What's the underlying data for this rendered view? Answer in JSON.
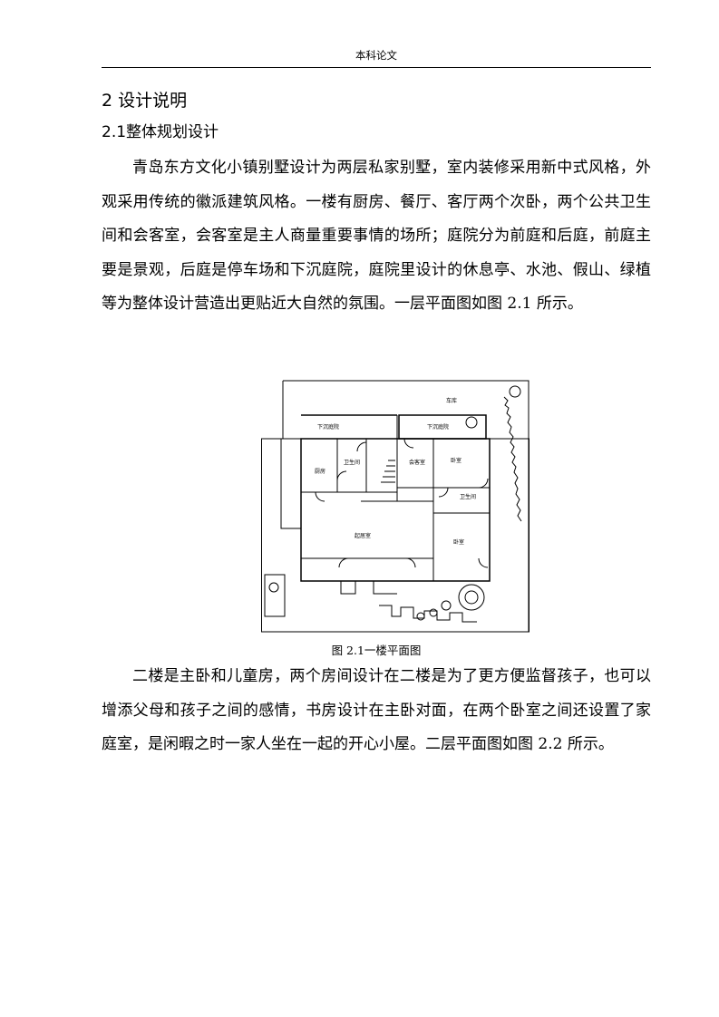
{
  "header": {
    "text": "本科论文"
  },
  "section": {
    "title": "2 设计说明"
  },
  "subsection": {
    "title": "2.1整体规划设计"
  },
  "paragraph1": "青岛东方文化小镇别墅设计为两层私家别墅，室内装修采用新中式风格，外观采用传统的徽派建筑风格。一楼有厨房、餐厅、客厅两个次卧，两个公共卫生间和会客室，会客室是主人商量重要事情的场所；庭院分为前庭和后庭，前庭主要是景观，后庭是停车场和下沉庭院，庭院里设计的休息亭、水池、假山、绿植等为整体设计营造出更贴近大自然的氛围。一层平面图如图 2.1 所示。",
  "figure": {
    "caption": "图 2.1一楼平面图",
    "rooms": {
      "garage": "车库",
      "sunken_left": "下沉庭院",
      "sunken_right": "下沉庭院",
      "kitchen": "厨房",
      "bath_left": "卫生间",
      "reception": "会客室",
      "bedroom_top": "卧室",
      "bath_right": "卫生间",
      "living": "起居室",
      "bedroom_bottom": "卧室"
    }
  },
  "paragraph2": "二楼是主卧和儿童房，两个房间设计在二楼是为了更方便监督孩子，也可以增添父母和孩子之间的感情，书房设计在主卧对面，在两个卧室之间还设置了家庭室，是闲暇之时一家人坐在一起的开心小屋。二层平面图如图 2.2 所示。"
}
